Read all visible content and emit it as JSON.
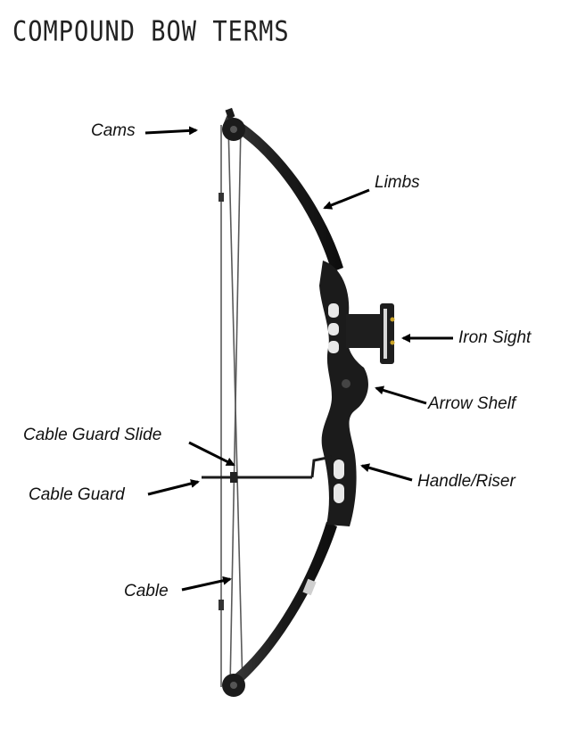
{
  "title": "COMPOUND BOW TERMS",
  "labels": {
    "cams": "Cams",
    "limbs": "Limbs",
    "iron_sight": "Iron Sight",
    "arrow_shelf": "Arrow Shelf",
    "cable_guard_slide": "Cable Guard Slide",
    "handle_riser": "Handle/Riser",
    "cable_guard": "Cable Guard",
    "cable": "Cable"
  },
  "colors": {
    "bow_body": "#1b1b1b",
    "bow_highlight": "#4a4a4a",
    "string": "#555555",
    "arrow": "#000000",
    "sight_pins": "#c9a227"
  }
}
